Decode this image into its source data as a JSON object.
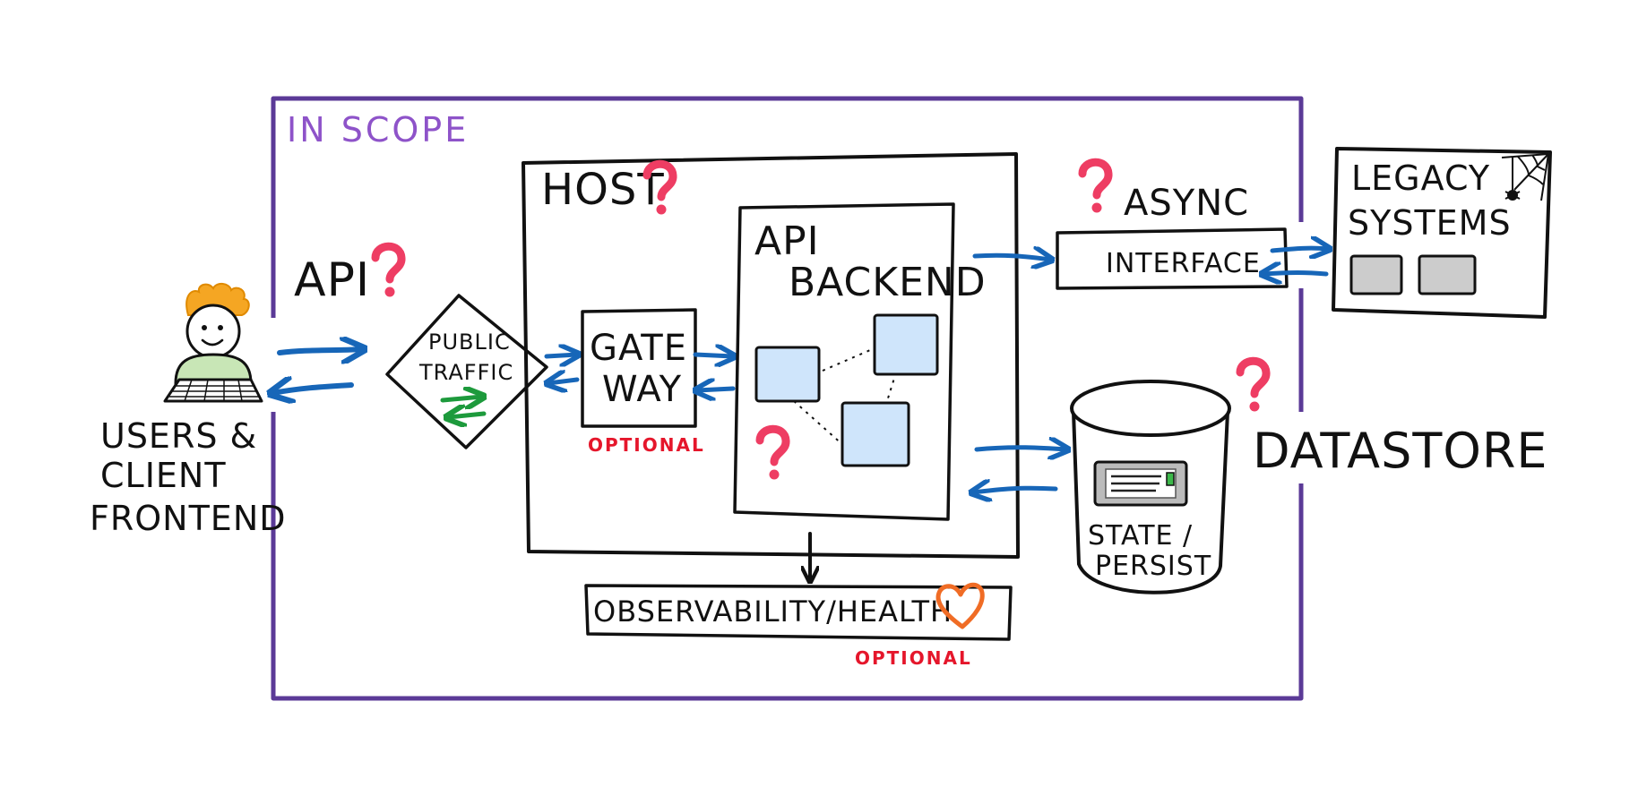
{
  "scope": {
    "label": "IN SCOPE"
  },
  "users": {
    "line1": "USERS &",
    "line2": "CLIENT",
    "line3": "FRONTEND"
  },
  "api": {
    "label": "API"
  },
  "public_traffic": {
    "line1": "PUBLIC",
    "line2": "TRAFFIC"
  },
  "host": {
    "label": "HOST"
  },
  "gateway": {
    "line1": "GATE",
    "line2": "WAY",
    "optional_label": "OPTIONAL"
  },
  "api_backend": {
    "line1": "API",
    "line2": "BACKEND"
  },
  "async": {
    "label": "ASYNC",
    "interface_label": "INTERFACE"
  },
  "legacy": {
    "line1": "LEGACY",
    "line2": "SYSTEMS"
  },
  "datastore": {
    "label": "DATASTORE",
    "state_line1": "STATE /",
    "state_line2": "PERSIST"
  },
  "observability": {
    "label": "OBSERVABILITY/HEALTH",
    "optional_label": "OPTIONAL"
  },
  "colors": {
    "scope_border": "#5b3a97",
    "arrow_blue": "#1766b8",
    "question_red": "#ee3d63",
    "optional_red": "#e5162b",
    "traffic_green": "#1d9a3c",
    "heart_orange": "#f06c25",
    "component_fill": "#cfe5fb",
    "hair_orange": "#f5a623",
    "shirt_green": "#c8e6b6"
  },
  "icons": [
    "question-mark-icon",
    "heart-icon",
    "spider-web-icon",
    "laptop-icon",
    "document-icon"
  ]
}
